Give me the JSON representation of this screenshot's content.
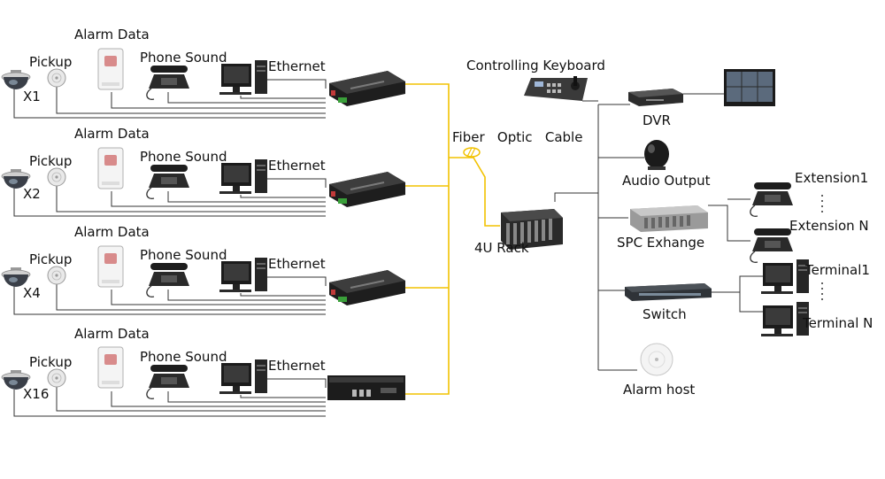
{
  "rows": [
    {
      "camera": "X1",
      "pickup": "Pickup",
      "alarm": "Alarm Data",
      "phone": "Phone Sound",
      "ethernet": "Ethernet"
    },
    {
      "camera": "X2",
      "pickup": "Pickup",
      "alarm": "Alarm Data",
      "phone": "Phone Sound",
      "ethernet": "Ethernet"
    },
    {
      "camera": "X4",
      "pickup": "Pickup",
      "alarm": "Alarm Data",
      "phone": "Phone Sound",
      "ethernet": "Ethernet"
    },
    {
      "camera": "X16",
      "pickup": "Pickup",
      "alarm": "Alarm Data",
      "phone": "Phone Sound",
      "ethernet": "Ethernet"
    }
  ],
  "fiber_label": "Fiber   Optic   Cable",
  "rack_label": "4U Rack",
  "keyboard_label": "Controlling Keyboard",
  "dvr_label": "DVR",
  "audio_label": "Audio Output",
  "spc_label": "SPC Exhange",
  "switch_label": "Switch",
  "alarm_host_label": "Alarm host",
  "extension1_label": "Extension1",
  "extensionN_label": "Extension N",
  "terminal1_label": "Terminal1",
  "terminalN_label": "Terminal N",
  "colors": {
    "fiber": "#f2c200",
    "line": "#333333"
  }
}
